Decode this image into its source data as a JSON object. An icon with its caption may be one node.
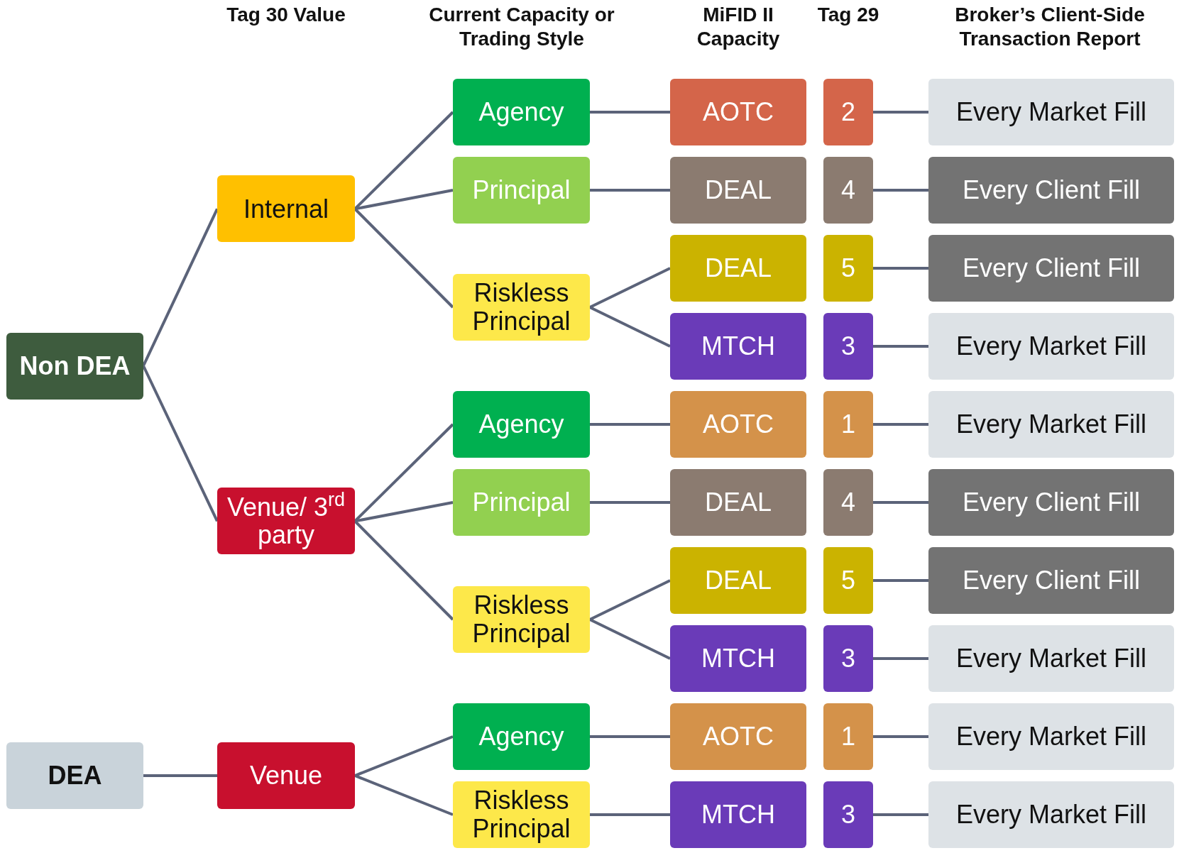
{
  "diagram": {
    "nodes": [
      {
        "text": [
          "Non DEA"
        ]
      },
      {
        "text": [
          "DEA"
        ]
      },
      {
        "text": [
          "Internal"
        ]
      },
      {
        "text": [
          "Venue/ 3$^{rd}$ party"
        ]
      },
      {
        "text": [
          "Venue"
        ]
      },
      {
        "text": [
          "Agency"
        ]
      },
      {
        "text": [
          "Principal"
        ]
      },
      {
        "text": [
          "Riskless Principal"
        ]
      },
      {
        "text": [
          "Agency"
        ]
      },
      {
        "text": [
          "Principal"
        ]
      },
      {
        "text": [
          "Riskless Principal"
        ]
      },
      {
        "text": [
          "Agency"
        ]
      },
      {
        "text": [
          "Riskless Principal"
        ]
      },
      {
        "text": [
          "AOTC"
        ]
      },
      {
        "text": [
          "DEAL"
        ]
      },
      {
        "text": [
          "DEAL"
        ]
      },
      {
        "text": [
          "MTCH"
        ]
      },
      {
        "text": [
          "AOTC"
        ]
      },
      {
        "text": [
          "DEAL"
        ]
      },
      {
        "text": [
          "DEAL"
        ]
      },
      {
        "text": [
          "MTCH"
        ]
      },
      {
        "text": [
          "AOTC"
        ]
      },
      {
        "text": [
          "MTCH"
        ]
      },
      {
        "text": [
          "2"
        ]
      },
      {
        "text": [
          "4"
        ]
      },
      {
        "text": [
          "5"
        ]
      },
      {
        "text": [
          "3"
        ]
      },
      {
        "text": [
          "1"
        ]
      },
      {
        "text": [
          "4"
        ]
      },
      {
        "text": [
          "5"
        ]
      },
      {
        "text": [
          "3"
        ]
      },
      {
        "text": [
          "1"
        ]
      },
      {
        "text": [
          "3"
        ]
      },
      {
        "text": [
          "Every Market Fill"
        ]
      },
      {
        "text": [
          "Every Client Fill"
        ]
      },
      {
        "text": [
          "Every Client Fill"
        ]
      },
      {
        "text": [
          "Every Market Fill"
        ]
      },
      {
        "text": [
          "Every Market Fill"
        ]
      },
      {
        "text": [
          "Every Client Fill"
        ]
      },
      {
        "text": [
          "Every Client Fill"
        ]
      },
      {
        "text": [
          "Every Market Fill"
        ]
      },
      {
        "text": [
          "Every Market Fill"
        ]
      },
      {
        "text": [
          "Every Market Fill"
        ]
      }
    ],
    "edges": [
      {
        "from": 0,
        "to": 2,
        "arrow": "none"
      },
      {
        "from": 0,
        "to": 3,
        "arrow": "none"
      },
      {
        "from": 1,
        "to": 4,
        "arrow": "none"
      },
      {
        "from": 2,
        "to": 5,
        "arrow": "none"
      },
      {
        "from": 2,
        "to": 6,
        "arrow": "none"
      },
      {
        "from": 2,
        "to": 7,
        "arrow": "none"
      },
      {
        "from": 3,
        "to": 8,
        "arrow": "none"
      },
      {
        "from": 3,
        "to": 9,
        "arrow": "none"
      },
      {
        "from": 3,
        "to": 10,
        "arrow": "none"
      },
      {
        "from": 4,
        "to": 11,
        "arrow": "none"
      },
      {
        "from": 4,
        "to": 12,
        "arrow": "none"
      },
      {
        "from": 5,
        "to": 13,
        "arrow": "none"
      },
      {
        "from": 6,
        "to": 14,
        "arrow": "none"
      },
      {
        "from": 7,
        "to": 15,
        "arrow": "none"
      },
      {
        "from": 7,
        "to": 16,
        "arrow": "none"
      },
      {
        "from": 8,
        "to": 17,
        "arrow": "none"
      },
      {
        "from": 9,
        "to": 18,
        "arrow": "none"
      },
      {
        "from": 10,
        "to": 19,
        "arrow": "none"
      },
      {
        "from": 10,
        "to": 20,
        "arrow": "none"
      },
      {
        "from": 11,
        "to": 21,
        "arrow": "none"
      },
      {
        "from": 12,
        "to": 22,
        "arrow": "none"
      },
      {
        "from": 23,
        "to": 33,
        "arrow": "none"
      },
      {
        "from": 24,
        "to": 34,
        "arrow": "none"
      },
      {
        "from": 25,
        "to": 35,
        "arrow": "none"
      },
      {
        "from": 26,
        "to": 36,
        "arrow": "none"
      },
      {
        "from": 27,
        "to": 37,
        "arrow": "none"
      },
      {
        "from": 28,
        "to": 38,
        "arrow": "none"
      },
      {
        "from": 29,
        "to": 39,
        "arrow": "none"
      },
      {
        "from": 30,
        "to": 40,
        "arrow": "none"
      },
      {
        "from": 31,
        "to": 41,
        "arrow": "none"
      },
      {
        "from": 32,
        "to": 42,
        "arrow": "none"
      }
    ],
    "labels": [
      "Tag 30 Value",
      "Current Capacity or Trading Style",
      "MiFID II Capacity",
      "Tag 29",
      "Broker’s Client-Side Transaction Report"
    ]
  }
}
